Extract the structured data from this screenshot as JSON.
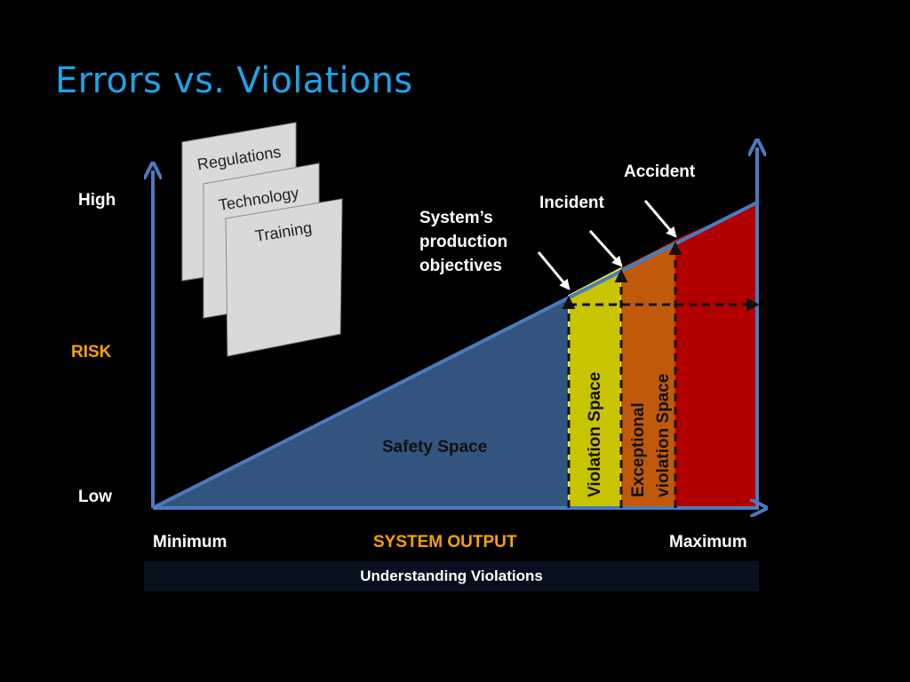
{
  "title": "Errors vs. Violations",
  "cards": [
    "Regulations",
    "Technology",
    "Training"
  ],
  "axis": {
    "y_high": "High",
    "y_label": "RISK",
    "y_low": "Low",
    "x_min": "Minimum",
    "x_label": "SYSTEM OUTPUT",
    "x_max": "Maximum"
  },
  "regions": {
    "safety": "Safety Space",
    "violation": "Violation Space",
    "exceptional_line1": "Exceptional",
    "exceptional_line2": "violation Space"
  },
  "annotations": {
    "accident": "Accident",
    "incident": "Incident",
    "objectives_line1": "System’s",
    "objectives_line2": "production",
    "objectives_line3": "objectives"
  },
  "footer": "Understanding Violations",
  "colors": {
    "title": "#1fa3e6",
    "axis": "#4a7bbf",
    "safety": "#33547f",
    "violation": "#c9c400",
    "exceptional": "#c05a0a",
    "accident": "#b00000",
    "risk_label": "#f5a300"
  }
}
